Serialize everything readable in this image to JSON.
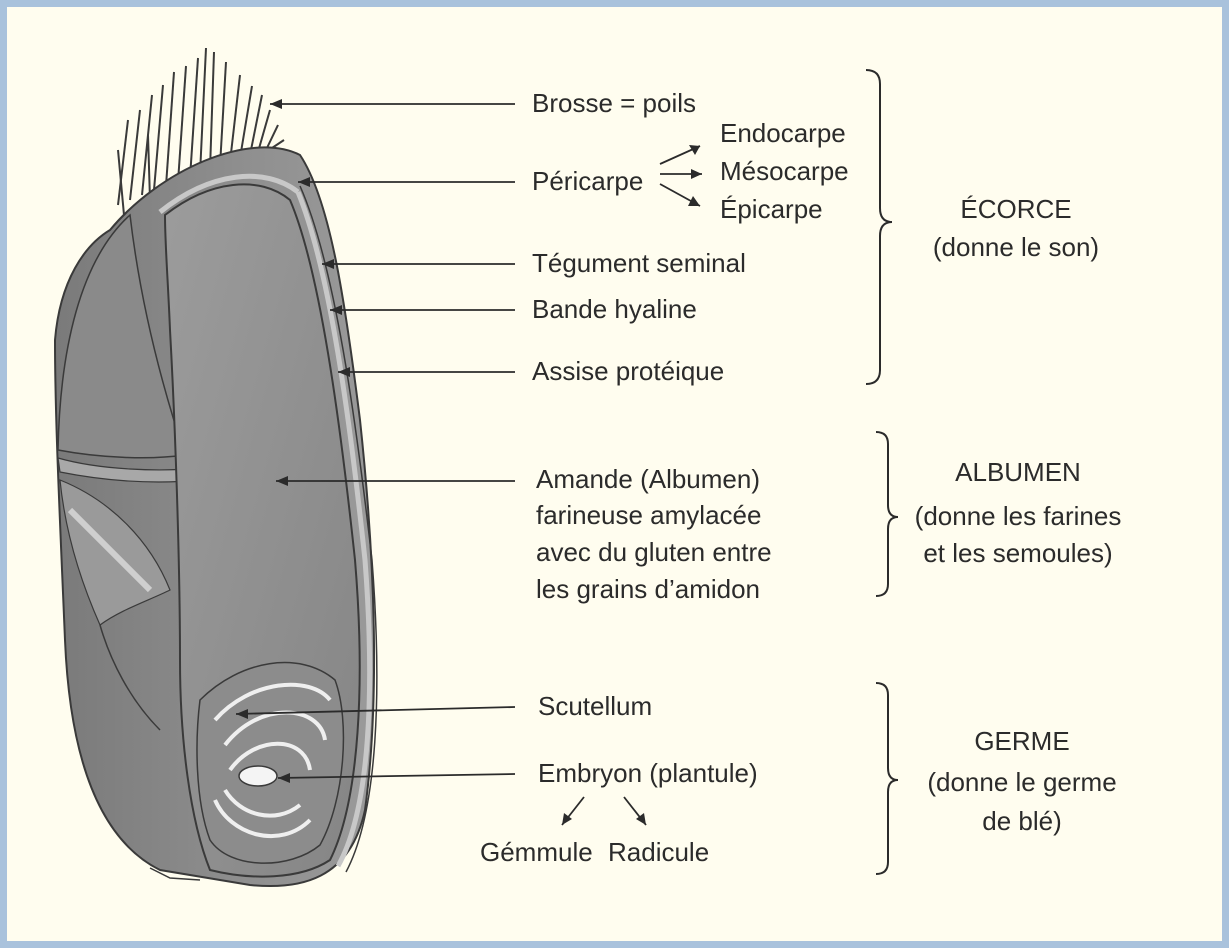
{
  "labels": {
    "brosse": "Brosse = poils",
    "pericarpe": "Péricarpe",
    "endocarpe": "Endocarpe",
    "mesocarpe": "Mésocarpe",
    "epicarpe": "Épicarpe",
    "tegument": "Tégument seminal",
    "bande": "Bande hyaline",
    "assise": "Assise protéique",
    "amande": [
      "Amande (Albumen)",
      "farineuse amylacée",
      "avec du gluten entre",
      "les grains d’amidon"
    ],
    "scutellum": "Scutellum",
    "embryon": "Embryon (plantule)",
    "gemmule": "Gémmule",
    "radicule": "Radicule"
  },
  "groups": {
    "ecorce": {
      "title": "ÉCORCE",
      "subtitle": [
        "(donne le son)"
      ]
    },
    "albumen": {
      "title": "ALBUMEN",
      "subtitle": [
        "(donne les farines",
        "et les semoules)"
      ]
    },
    "germe": {
      "title": "GERME",
      "subtitle": [
        "(donne le germe",
        "de blé)"
      ]
    }
  },
  "colors": {
    "frame_border": "#a9c2dc",
    "background": "#fffdef",
    "grain_fill": "#8e8e8e",
    "grain_light": "#b5b5b5",
    "ink": "#2b2b2b"
  }
}
